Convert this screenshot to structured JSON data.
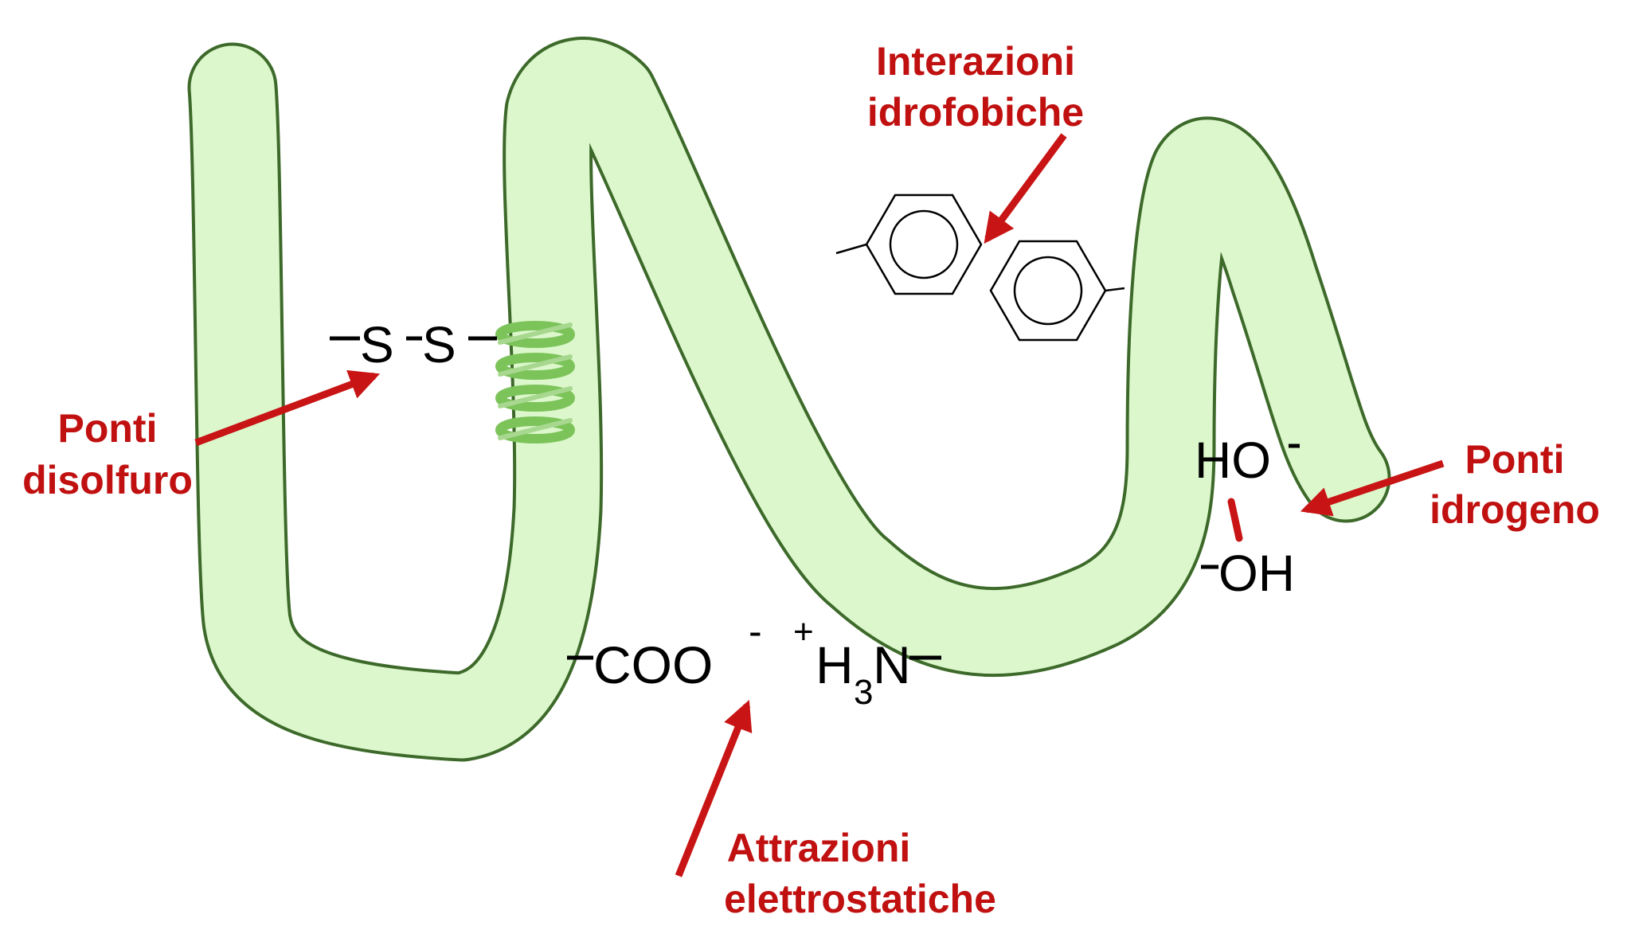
{
  "labels": {
    "disulfide": {
      "line1": "Ponti",
      "line2": "disolfuro"
    },
    "hydrophobic": {
      "line1": "Interazioni",
      "line2": "idrofobiche"
    },
    "hydrogen": {
      "line1": "Ponti",
      "line2": "idrogeno"
    },
    "electrostatic": {
      "line1": "Attrazioni",
      "line2": "elettrostatiche"
    }
  },
  "chemistry": {
    "disulfide_s1": "S",
    "disulfide_s2": "S",
    "carboxylate": "COO",
    "carboxylate_charge": "-",
    "amino_charge": "+",
    "amino_h": "H",
    "amino_subscript": "3",
    "amino_n": "N",
    "hydroxyl_top": "HO",
    "hydroxyl_bottom": "OH"
  },
  "colors": {
    "chain_fill": "#dcf7cc",
    "chain_stroke": "#3d6a2a",
    "label_red": "#c01010",
    "arrow_red": "#c81414",
    "helix_green": "#7cc45a",
    "text_black": "#000000"
  }
}
